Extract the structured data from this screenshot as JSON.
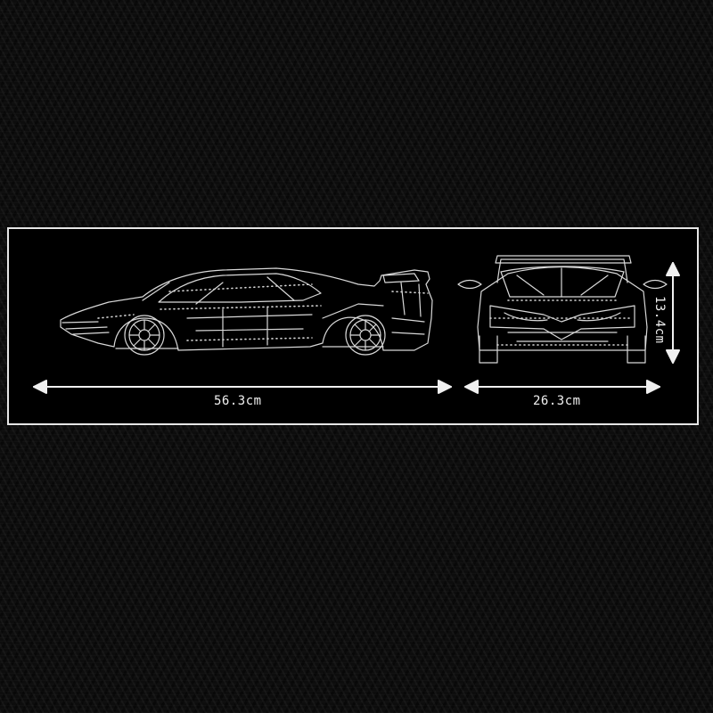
{
  "dimensions": {
    "length": "56.3cm",
    "width": "26.3cm",
    "height": "13.4cm"
  },
  "colors": {
    "background": "#0d0d0d",
    "panel": "#000000",
    "line": "#e6e6e6"
  }
}
